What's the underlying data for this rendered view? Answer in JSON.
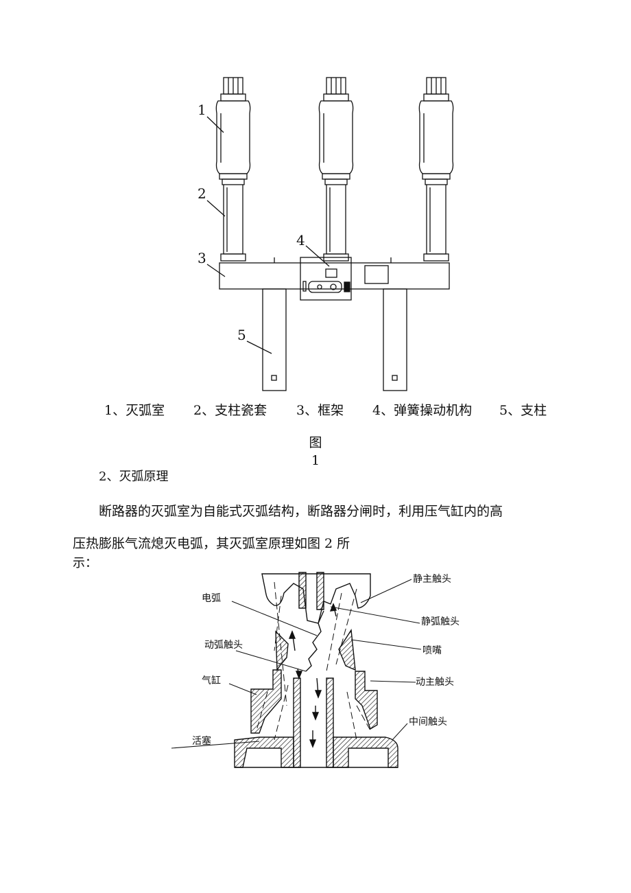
{
  "figure1": {
    "callouts": [
      "1",
      "2",
      "3",
      "4",
      "5"
    ],
    "legend": [
      "1、灭弧室",
      "2、支柱瓷套",
      "3、框架",
      "4、弹簧操动机构",
      "5、支柱"
    ],
    "label_line1": "图",
    "label_line2": "1"
  },
  "section": {
    "heading": "2、灭弧原理",
    "paragraph_line1": "断路器的灭弧室为自能式灭弧结构，断路器分闸时，利用压气缸内的高",
    "paragraph_line2": "压热膨胀气流熄灭电弧，其灭弧室原理如图 2 所",
    "paragraph_line3": "示："
  },
  "figure2": {
    "labels": {
      "static_main_contact": "静主触头",
      "arc": "电弧",
      "static_arc_contact": "静弧触头",
      "moving_arc_contact": "动弧触头",
      "nozzle": "喷嘴",
      "cylinder": "气缸",
      "moving_main_contact": "动主触头",
      "middle_contact": "中间触头",
      "piston": "活塞"
    }
  }
}
